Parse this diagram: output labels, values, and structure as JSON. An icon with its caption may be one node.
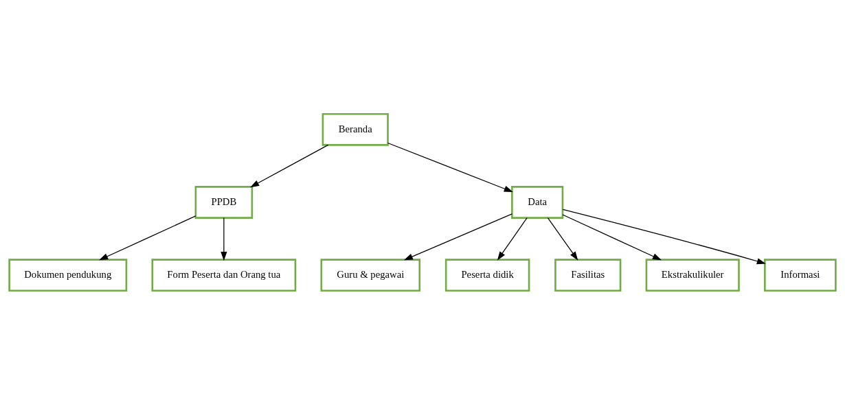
{
  "diagram": {
    "nodes": [
      {
        "text": [
          "Beranda"
        ]
      },
      {
        "text": [
          "PPDB"
        ]
      },
      {
        "text": [
          "Data"
        ]
      },
      {
        "text": [
          "Dokumen pendukung"
        ]
      },
      {
        "text": [
          "Form Peserta dan Orang tua"
        ]
      },
      {
        "text": [
          "Guru & pegawai"
        ]
      },
      {
        "text": [
          "Peserta didik"
        ]
      },
      {
        "text": [
          "Fasilitas"
        ]
      },
      {
        "text": [
          "Ekstrakulikuler"
        ]
      },
      {
        "text": [
          "Informasi"
        ]
      }
    ],
    "edges": [
      {
        "from": 0,
        "to": 1,
        "arrow": "to"
      },
      {
        "from": 0,
        "to": 2,
        "arrow": "to"
      },
      {
        "from": 1,
        "to": 3,
        "arrow": "to"
      },
      {
        "from": 1,
        "to": 4,
        "arrow": "to"
      },
      {
        "from": 2,
        "to": 5,
        "arrow": "to"
      },
      {
        "from": 2,
        "to": 6,
        "arrow": "to"
      },
      {
        "from": 2,
        "to": 7,
        "arrow": "to"
      },
      {
        "from": 2,
        "to": 8,
        "arrow": "to"
      },
      {
        "from": 2,
        "to": 9,
        "arrow": "to"
      }
    ]
  }
}
